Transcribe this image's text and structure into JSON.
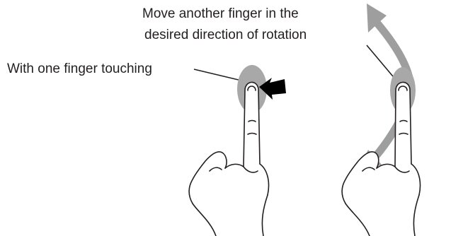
{
  "labels": {
    "move_line1": "Move another finger in the",
    "move_line2": "desired direction of rotation",
    "touch": "With one finger touching"
  },
  "colors": {
    "text": "#231f20",
    "line": "#231f20",
    "arrow_gray": "#9e9e9e",
    "contact_gray": "#a8a8a8",
    "push_arrow": "#000000",
    "background": "#ffffff"
  },
  "icons": {
    "left_hand": "pointing-hand-left-icon",
    "right_hand": "pointing-hand-right-icon",
    "push_arrow": "push-arrow-icon",
    "rotation_arrow": "curved-double-arrow-icon"
  }
}
